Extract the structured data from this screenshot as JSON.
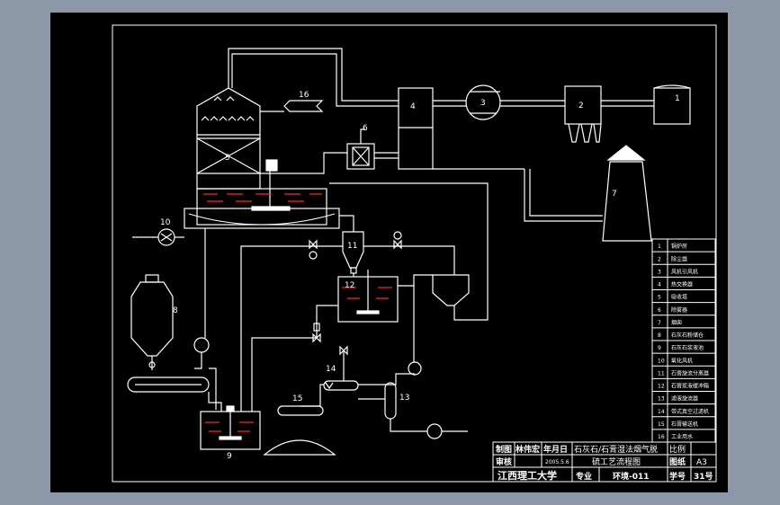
{
  "colors": {
    "background": "#8c97a8",
    "sheet": "#000000",
    "line": "#ffffff",
    "slurry": "#ff2a2a"
  },
  "labels": {
    "n1": "1",
    "n2": "2",
    "n3": "3",
    "n4": "4",
    "n5": "5",
    "n6": "6",
    "n7": "7",
    "n8": "8",
    "n9": "9",
    "n10": "10",
    "n11": "11",
    "n12": "12",
    "n13": "13",
    "n14": "14",
    "n15": "15",
    "n16": "16"
  },
  "legend": [
    {
      "no": "1",
      "name": "锅炉房"
    },
    {
      "no": "2",
      "name": "除尘器"
    },
    {
      "no": "3",
      "name": "风机引风机"
    },
    {
      "no": "4",
      "name": "热交换器"
    },
    {
      "no": "5",
      "name": "吸收塔"
    },
    {
      "no": "6",
      "name": "除雾器"
    },
    {
      "no": "7",
      "name": "烟囱"
    },
    {
      "no": "8",
      "name": "石灰石粉储仓"
    },
    {
      "no": "9",
      "name": "石灰石浆液池"
    },
    {
      "no": "10",
      "name": "氧化风机"
    },
    {
      "no": "11",
      "name": "石膏旋流分离器"
    },
    {
      "no": "12",
      "name": "石膏浆液缓冲箱"
    },
    {
      "no": "13",
      "name": "滤液旋流器"
    },
    {
      "no": "14",
      "name": "带式真空过滤机"
    },
    {
      "no": "15",
      "name": "石膏输送机"
    },
    {
      "no": "16",
      "name": "工业用水"
    }
  ],
  "title_block": {
    "drawn": "制图",
    "drawn_name": "林伟宏",
    "date_label": "年月日",
    "checked": "审核",
    "date": "2005.5.6",
    "title_line1": "石灰石/石膏湿法烟气脱",
    "title_line2": "硫工艺流程图",
    "scale_label": "比例",
    "sheet_label": "图纸",
    "sheet_value": "A3",
    "school": "江西理工大学",
    "major_label": "专业",
    "major_value": "环境-011",
    "student_no_label": "学号",
    "student_no_value": "31号"
  }
}
